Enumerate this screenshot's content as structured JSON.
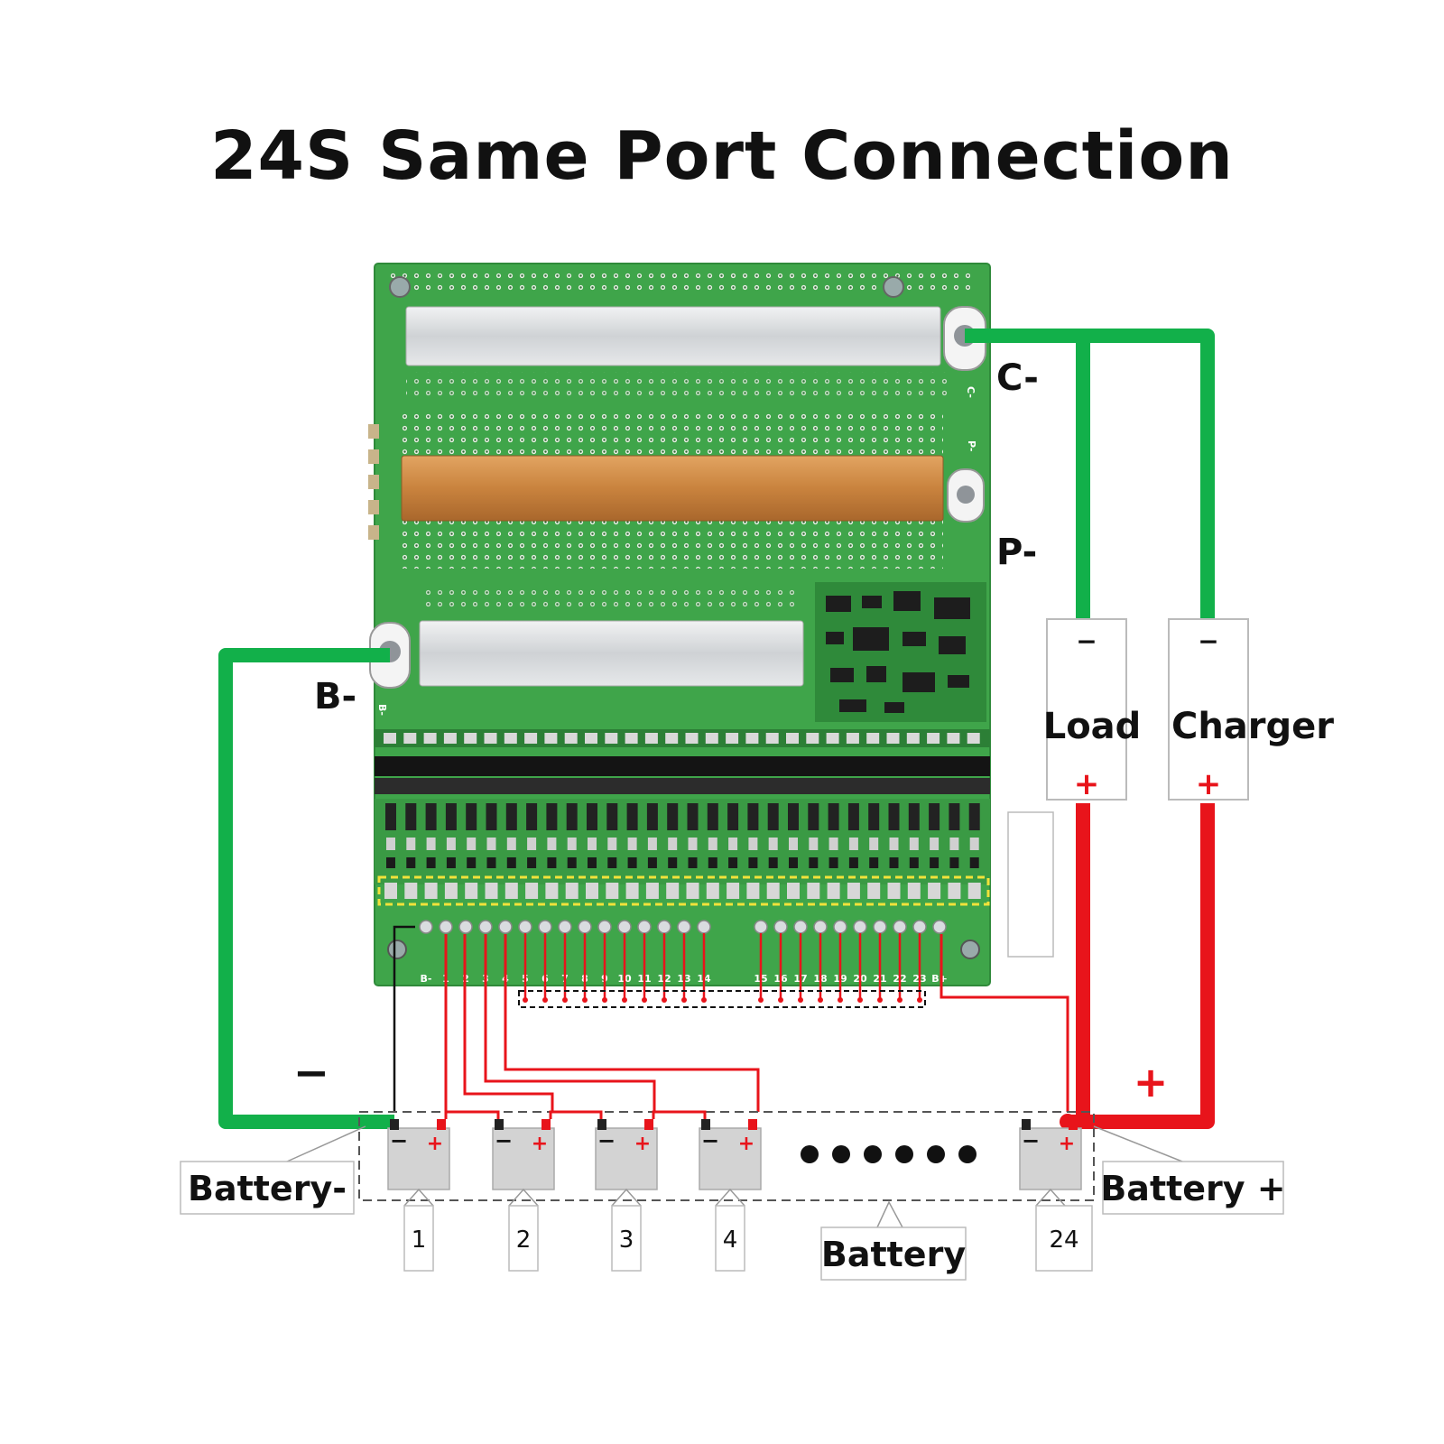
{
  "title": "24S Same Port Connection",
  "ports": {
    "c_minus": "C-",
    "p_minus": "P-",
    "b_minus": "B-"
  },
  "silk": {
    "c": "C-",
    "p": "P-",
    "b": "B-",
    "bplus": "B+"
  },
  "devices": {
    "load": {
      "label": "Load",
      "minus": "−",
      "plus": "+"
    },
    "charger": {
      "label": "Charger",
      "minus": "−",
      "plus": "+"
    }
  },
  "sense_pins": [
    "B-",
    "1",
    "2",
    "3",
    "4",
    "5",
    "6",
    "7",
    "8",
    "9",
    "10",
    "11",
    "12",
    "13",
    "14",
    "15",
    "16",
    "17",
    "18",
    "19",
    "20",
    "21",
    "22",
    "23",
    "B+"
  ],
  "wire_signs": {
    "negative": "−",
    "positive": "+"
  },
  "battery_labels": {
    "negative": "Battery-",
    "positive": "Battery +",
    "pack": "Battery"
  },
  "cells": [
    {
      "number": "1",
      "minus": "−",
      "plus": "+"
    },
    {
      "number": "2",
      "minus": "−",
      "plus": "+"
    },
    {
      "number": "3",
      "minus": "−",
      "plus": "+"
    },
    {
      "number": "4",
      "minus": "−",
      "plus": "+"
    },
    {
      "number": "24",
      "minus": "−",
      "plus": "+"
    }
  ],
  "colors": {
    "pcb": "#3fa54a",
    "negative_wire": "#12b04a",
    "positive_wire": "#e8141b",
    "heatsink": "#d8dadc",
    "copper": "#c9833e"
  }
}
